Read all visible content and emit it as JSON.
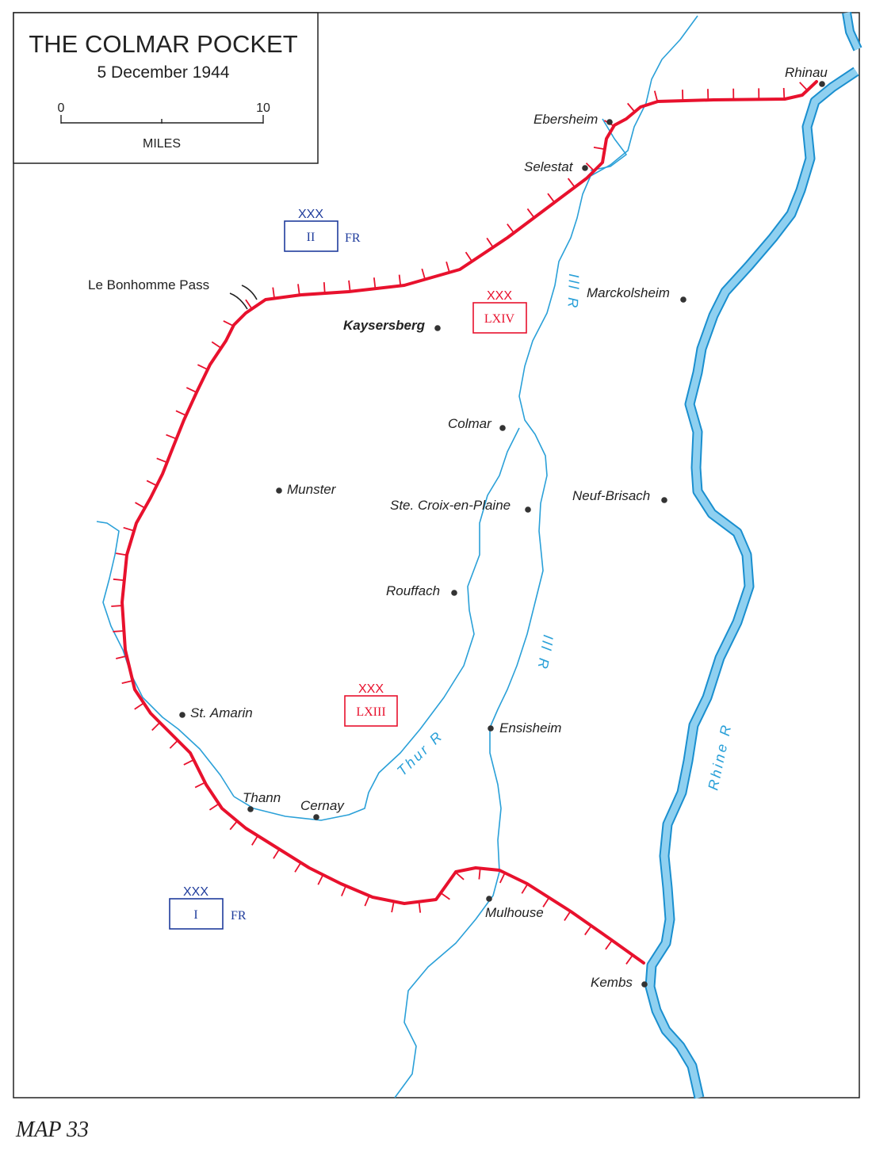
{
  "title": "THE COLMAR POCKET",
  "subtitle": "5 December 1944",
  "scale": {
    "start": "0",
    "end": "10",
    "unit": "MILES"
  },
  "map_number": "MAP 33",
  "colors": {
    "front_line": "#e8112d",
    "river": "#2aa0d8",
    "rhine_fill": "#7cc6ec",
    "allied_unit": "#1f3c9c",
    "german_unit": "#e8112d",
    "text": "#222222"
  },
  "places": {
    "rhinau": "Rhinau",
    "ebersheim": "Ebersheim",
    "selestat": "Selestat",
    "le_bonhomme": "Le Bonhomme Pass",
    "kaysersberg": "Kaysersberg",
    "marckolsheim": "Marckolsheim",
    "colmar": "Colmar",
    "munster": "Munster",
    "ste_croix": "Ste. Croix-en-Plaine",
    "neuf_brisach": "Neuf-Brisach",
    "rouffach": "Rouffach",
    "st_amarin": "St. Amarin",
    "ensisheim": "Ensisheim",
    "thann": "Thann",
    "cernay": "Cernay",
    "mulhouse": "Mulhouse",
    "kembs": "Kembs"
  },
  "rivers": {
    "ill_north": "Ill R",
    "ill_south": "Ill R",
    "thur": "Thur R",
    "rhine": "Rhine R"
  },
  "units": {
    "ii_fr": {
      "size": "XXX",
      "name": "II",
      "nation": "FR",
      "side": "allied"
    },
    "i_fr": {
      "size": "XXX",
      "name": "I",
      "nation": "FR",
      "side": "allied"
    },
    "lxiv": {
      "size": "XXX",
      "name": "LXIV",
      "side": "german"
    },
    "lxiii": {
      "size": "XXX",
      "name": "LXIII",
      "side": "german"
    }
  }
}
